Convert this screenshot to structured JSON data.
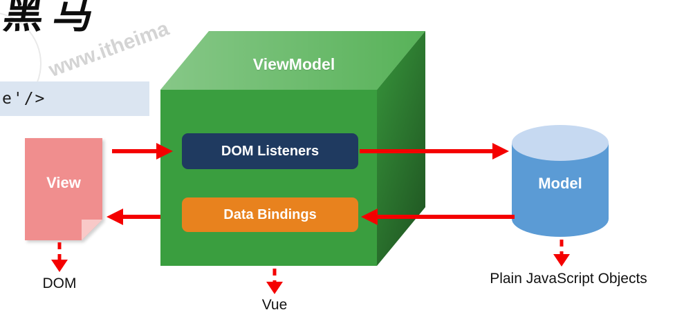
{
  "watermark": {
    "logo": "黑马",
    "site": "www.itheima"
  },
  "code_snippet": {
    "text": "e'/>"
  },
  "view": {
    "label": "View",
    "caption": "DOM"
  },
  "viewmodel": {
    "title": "ViewModel",
    "dom_listeners": "DOM Listeners",
    "data_bindings": "Data Bindings",
    "caption": "Vue"
  },
  "model": {
    "label": "Model",
    "caption": "Plain JavaScript Objects"
  },
  "colors": {
    "arrow": "#f40000",
    "cube_front": "#3a9e3f",
    "cube_top": "#58b259",
    "cube_side": "#37953b",
    "navy": "#1f3a60",
    "orange": "#e8821e",
    "note": "#f08e8e",
    "note_fold": "#f9c9c8",
    "cylinder_body": "#5b9bd5",
    "cylinder_top": "#c6d9f1",
    "code_bg": "#dbe5f1"
  }
}
